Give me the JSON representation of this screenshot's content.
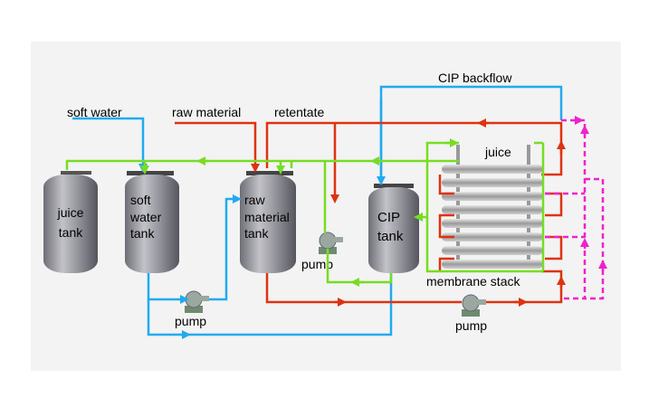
{
  "labels": {
    "soft_water_input": "soft water",
    "raw_material_input": "raw material",
    "retentate": "retentate",
    "cip_backflow": "CIP  backflow",
    "juice": "juice",
    "membrane_stack": "membrane stack",
    "pump_left": "pump",
    "pump_middle": "pump",
    "pump_right": "pump"
  },
  "tanks": {
    "juice": [
      "juice",
      "tank"
    ],
    "soft_water": [
      "soft",
      "water",
      "tank"
    ],
    "raw_material": [
      "raw",
      "material",
      "tank"
    ],
    "cip": [
      "CIP",
      "tank"
    ]
  },
  "colors": {
    "soft_water_line": "#22aaee",
    "raw_material_line": "#dd3311",
    "juice_line": "#77dd22",
    "backflow_line": "#ee22cc",
    "tank_fill": "#8a8a92",
    "panel_bg": "#f3f3f3"
  }
}
